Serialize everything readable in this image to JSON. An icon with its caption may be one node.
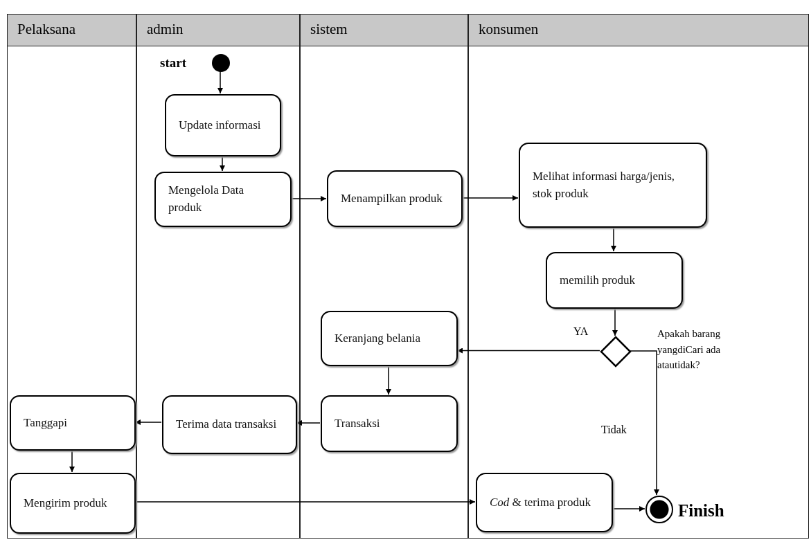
{
  "diagram": {
    "nodes": [
      {
        "text": [
          "Pelaksana"
        ]
      },
      {
        "text": [
          "admin"
        ]
      },
      {
        "text": [
          "sistem"
        ]
      },
      {
        "text": [
          "konsumen"
        ]
      },
      {
        "text": [],
        "shape": "circle",
        "beside": [
          "start"
        ],
        "in": 1
      },
      {
        "text": [
          "Update informasi"
        ],
        "in": 1
      },
      {
        "text": [
          "Mengelola Data produk"
        ],
        "in": 1
      },
      {
        "text": [
          "Menampilkan produk"
        ],
        "in": 2
      },
      {
        "text": [
          "Melihat informasi harga/jenis, stok produk"
        ],
        "in": 3
      },
      {
        "text": [
          "memilih produk"
        ],
        "in": 3
      },
      {
        "text": [],
        "shape": "diamond",
        "beside": [
          "Apakah barang yangdiCari ada atautidak?"
        ],
        "in": 3
      },
      {
        "text": [
          "Keranjang belania"
        ],
        "in": 2
      },
      {
        "text": [
          "Transaksi"
        ],
        "in": 2
      },
      {
        "text": [
          "Terima data transaksi"
        ],
        "in": 1
      },
      {
        "text": [
          "Tanggapi"
        ],
        "in": 0
      },
      {
        "text": [
          "Mengirim produk"
        ],
        "in": 0
      },
      {
        "text": [
          "*Cod* & terima produk"
        ],
        "in": 3
      },
      {
        "text": [],
        "shape": "circle",
        "beside": [
          "Finish"
        ],
        "in": 3
      }
    ],
    "edges": [
      {
        "from": 4,
        "to": 5,
        "arrow": "to"
      },
      {
        "from": 5,
        "to": 6,
        "arrow": "to"
      },
      {
        "from": 6,
        "to": 7,
        "arrow": "to"
      },
      {
        "from": 7,
        "to": 8,
        "arrow": "to"
      },
      {
        "from": 8,
        "to": 9,
        "arrow": "to"
      },
      {
        "from": 9,
        "to": 10,
        "arrow": "to"
      },
      {
        "from": 10,
        "to": 11,
        "arrow": "to",
        "label": "YA"
      },
      {
        "from": 11,
        "to": 12,
        "arrow": "to"
      },
      {
        "from": 12,
        "to": 13,
        "arrow": "to"
      },
      {
        "from": 13,
        "to": 14,
        "arrow": "to"
      },
      {
        "from": 14,
        "to": 15,
        "arrow": "to"
      },
      {
        "from": 15,
        "to": 16,
        "arrow": "to"
      },
      {
        "from": 16,
        "to": 17,
        "arrow": "to"
      },
      {
        "from": 10,
        "to": 17,
        "arrow": "to",
        "label": "Tidak"
      }
    ]
  }
}
